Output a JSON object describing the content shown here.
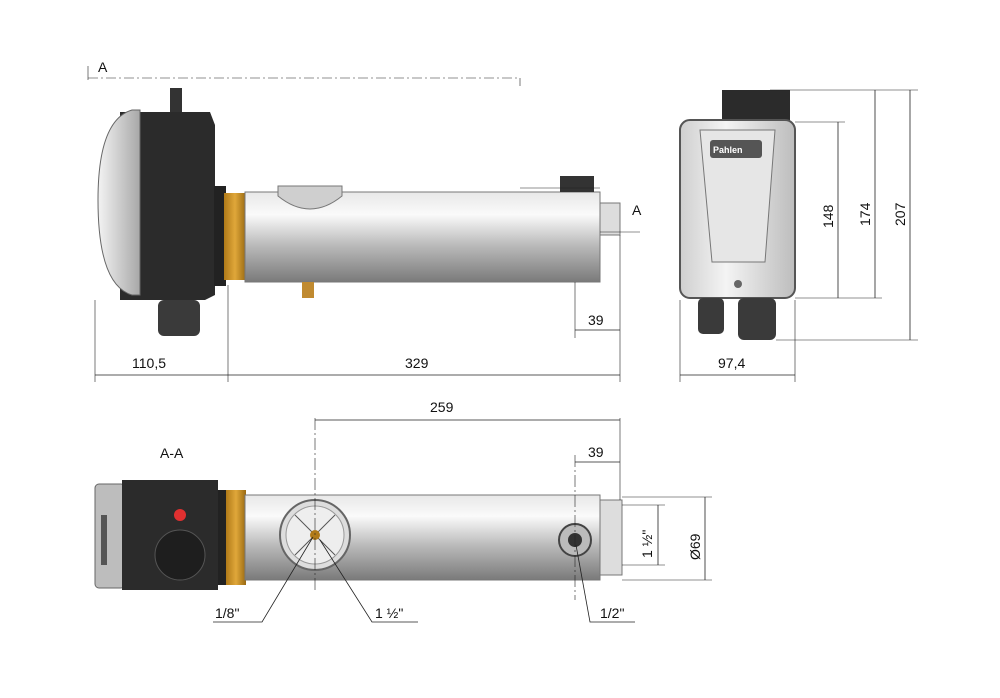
{
  "drawing": {
    "section_marker": "A",
    "section_marker_end": "A",
    "section_title": "A-A",
    "logo_text": "Pahlen",
    "dimensions": {
      "control_box_length": "110,5",
      "body_length": "329",
      "end_offset_top": "39",
      "box_width": "97,4",
      "box_height_148": "148",
      "box_height_174": "174",
      "box_height_207": "207",
      "port_spacing": "259",
      "end_offset_bottom": "39",
      "outlet_thread": "1 ½\"",
      "tube_diameter": "Ø69"
    },
    "callouts": {
      "sensor_port": "1/8\"",
      "inlet_port": "1 ½\"",
      "drain_port": "1/2\""
    }
  }
}
